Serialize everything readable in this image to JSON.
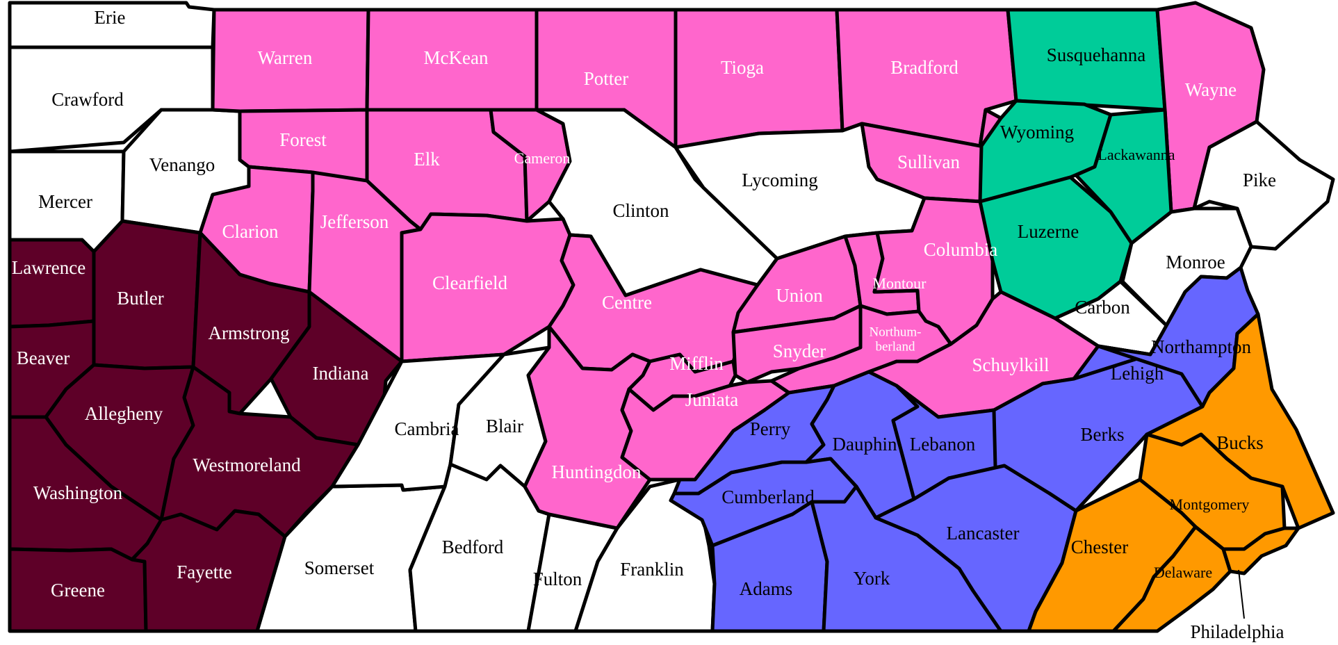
{
  "region_colors": {
    "white": "#ffffff",
    "pink": "#ff66cc",
    "green": "#00cc99",
    "maroon": "#5e0028",
    "blue": "#6666ff",
    "orange": "#ff9900"
  },
  "label_colors": {
    "white": "#000000",
    "pink": "#ffffff",
    "green": "#000000",
    "maroon": "#ffffff",
    "blue": "#000000",
    "orange": "#000000"
  },
  "counties": [
    {
      "name": "Erie",
      "group": "white"
    },
    {
      "name": "Crawford",
      "group": "white"
    },
    {
      "name": "Mercer",
      "group": "white"
    },
    {
      "name": "Venango",
      "group": "white"
    },
    {
      "name": "Warren",
      "group": "pink"
    },
    {
      "name": "McKean",
      "group": "pink"
    },
    {
      "name": "Potter",
      "group": "pink"
    },
    {
      "name": "Tioga",
      "group": "pink"
    },
    {
      "name": "Bradford",
      "group": "pink"
    },
    {
      "name": "Susquehanna",
      "group": "green"
    },
    {
      "name": "Wayne",
      "group": "pink"
    },
    {
      "name": "Forest",
      "group": "pink"
    },
    {
      "name": "Elk",
      "group": "pink"
    },
    {
      "name": "Cameron",
      "group": "pink"
    },
    {
      "name": "Clinton",
      "group": "white"
    },
    {
      "name": "Lycoming",
      "group": "white"
    },
    {
      "name": "Sullivan",
      "group": "pink"
    },
    {
      "name": "Wyoming",
      "group": "green"
    },
    {
      "name": "Lackawanna",
      "group": "green"
    },
    {
      "name": "Pike",
      "group": "white"
    },
    {
      "name": "Clarion",
      "group": "pink"
    },
    {
      "name": "Jefferson",
      "group": "pink"
    },
    {
      "name": "Clearfield",
      "group": "pink"
    },
    {
      "name": "Centre",
      "group": "pink"
    },
    {
      "name": "Union",
      "group": "pink"
    },
    {
      "name": "Montour",
      "group": "pink"
    },
    {
      "name": "Columbia",
      "group": "pink"
    },
    {
      "name": "Luzerne",
      "group": "green"
    },
    {
      "name": "Monroe",
      "group": "white"
    },
    {
      "name": "Carbon",
      "group": "white"
    },
    {
      "name": "Lawrence",
      "group": "maroon"
    },
    {
      "name": "Butler",
      "group": "maroon"
    },
    {
      "name": "Armstrong",
      "group": "maroon"
    },
    {
      "name": "Indiana",
      "group": "maroon"
    },
    {
      "name": "Beaver",
      "group": "maroon"
    },
    {
      "name": "Allegheny",
      "group": "maroon"
    },
    {
      "name": "Westmoreland",
      "group": "maroon"
    },
    {
      "name": "Washington",
      "group": "maroon"
    },
    {
      "name": "Greene",
      "group": "maroon"
    },
    {
      "name": "Fayette",
      "group": "maroon"
    },
    {
      "name": "Somerset",
      "group": "white"
    },
    {
      "name": "Cambria",
      "group": "white"
    },
    {
      "name": "Blair",
      "group": "white"
    },
    {
      "name": "Bedford",
      "group": "white"
    },
    {
      "name": "Fulton",
      "group": "white"
    },
    {
      "name": "Franklin",
      "group": "white"
    },
    {
      "name": "Huntingdon",
      "group": "pink"
    },
    {
      "name": "Mifflin",
      "group": "pink"
    },
    {
      "name": "Juniata",
      "group": "pink"
    },
    {
      "name": "Snyder",
      "group": "pink"
    },
    {
      "name": "Northum-berland",
      "lines": [
        "Northum-",
        "berland"
      ],
      "group": "pink"
    },
    {
      "name": "Schuylkill",
      "group": "pink"
    },
    {
      "name": "Perry",
      "group": "blue"
    },
    {
      "name": "Dauphin",
      "group": "blue"
    },
    {
      "name": "Lebanon",
      "group": "blue"
    },
    {
      "name": "Berks",
      "group": "blue"
    },
    {
      "name": "Lehigh",
      "group": "blue"
    },
    {
      "name": "Northampton",
      "group": "blue"
    },
    {
      "name": "Cumberland",
      "group": "blue"
    },
    {
      "name": "Adams",
      "group": "blue"
    },
    {
      "name": "York",
      "group": "blue"
    },
    {
      "name": "Lancaster",
      "group": "blue"
    },
    {
      "name": "Bucks",
      "group": "orange"
    },
    {
      "name": "Montgomery",
      "group": "orange"
    },
    {
      "name": "Chester",
      "group": "orange"
    },
    {
      "name": "Delaware",
      "group": "orange"
    },
    {
      "name": "Philadelphia",
      "group": "orange"
    }
  ]
}
